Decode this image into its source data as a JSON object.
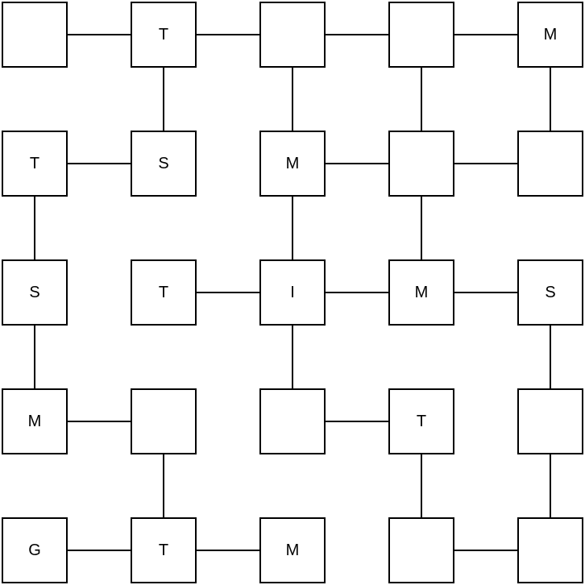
{
  "grid": {
    "rows": 5,
    "cols": 5,
    "cells": [
      [
        "",
        "T",
        "",
        "",
        "M"
      ],
      [
        "T",
        "S",
        "M",
        "",
        ""
      ],
      [
        "S",
        "T",
        "I",
        "M",
        "S"
      ],
      [
        "M",
        "",
        "",
        "T",
        ""
      ],
      [
        "G",
        "T",
        "M",
        "",
        ""
      ]
    ]
  },
  "connections": [
    [
      [
        0,
        0
      ],
      [
        0,
        1
      ]
    ],
    [
      [
        0,
        1
      ],
      [
        0,
        2
      ]
    ],
    [
      [
        0,
        2
      ],
      [
        0,
        3
      ]
    ],
    [
      [
        0,
        3
      ],
      [
        0,
        4
      ]
    ],
    [
      [
        0,
        1
      ],
      [
        1,
        1
      ]
    ],
    [
      [
        0,
        2
      ],
      [
        1,
        2
      ]
    ],
    [
      [
        0,
        3
      ],
      [
        1,
        3
      ]
    ],
    [
      [
        0,
        4
      ],
      [
        1,
        4
      ]
    ],
    [
      [
        1,
        0
      ],
      [
        1,
        1
      ]
    ],
    [
      [
        1,
        2
      ],
      [
        1,
        3
      ]
    ],
    [
      [
        1,
        3
      ],
      [
        1,
        4
      ]
    ],
    [
      [
        1,
        0
      ],
      [
        2,
        0
      ]
    ],
    [
      [
        1,
        2
      ],
      [
        2,
        2
      ]
    ],
    [
      [
        1,
        3
      ],
      [
        2,
        3
      ]
    ],
    [
      [
        2,
        1
      ],
      [
        2,
        2
      ]
    ],
    [
      [
        2,
        2
      ],
      [
        2,
        3
      ]
    ],
    [
      [
        2,
        3
      ],
      [
        2,
        4
      ]
    ],
    [
      [
        2,
        0
      ],
      [
        3,
        0
      ]
    ],
    [
      [
        2,
        2
      ],
      [
        3,
        2
      ]
    ],
    [
      [
        2,
        4
      ],
      [
        3,
        4
      ]
    ],
    [
      [
        3,
        0
      ],
      [
        3,
        1
      ]
    ],
    [
      [
        3,
        2
      ],
      [
        3,
        3
      ]
    ],
    [
      [
        3,
        1
      ],
      [
        4,
        1
      ]
    ],
    [
      [
        3,
        3
      ],
      [
        4,
        3
      ]
    ],
    [
      [
        3,
        4
      ],
      [
        4,
        4
      ]
    ],
    [
      [
        4,
        0
      ],
      [
        4,
        1
      ]
    ],
    [
      [
        4,
        1
      ],
      [
        4,
        2
      ]
    ],
    [
      [
        4,
        3
      ],
      [
        4,
        4
      ]
    ]
  ],
  "colors": {
    "line": "#000000",
    "box_fill": "#ffffff",
    "text": "#000000"
  }
}
